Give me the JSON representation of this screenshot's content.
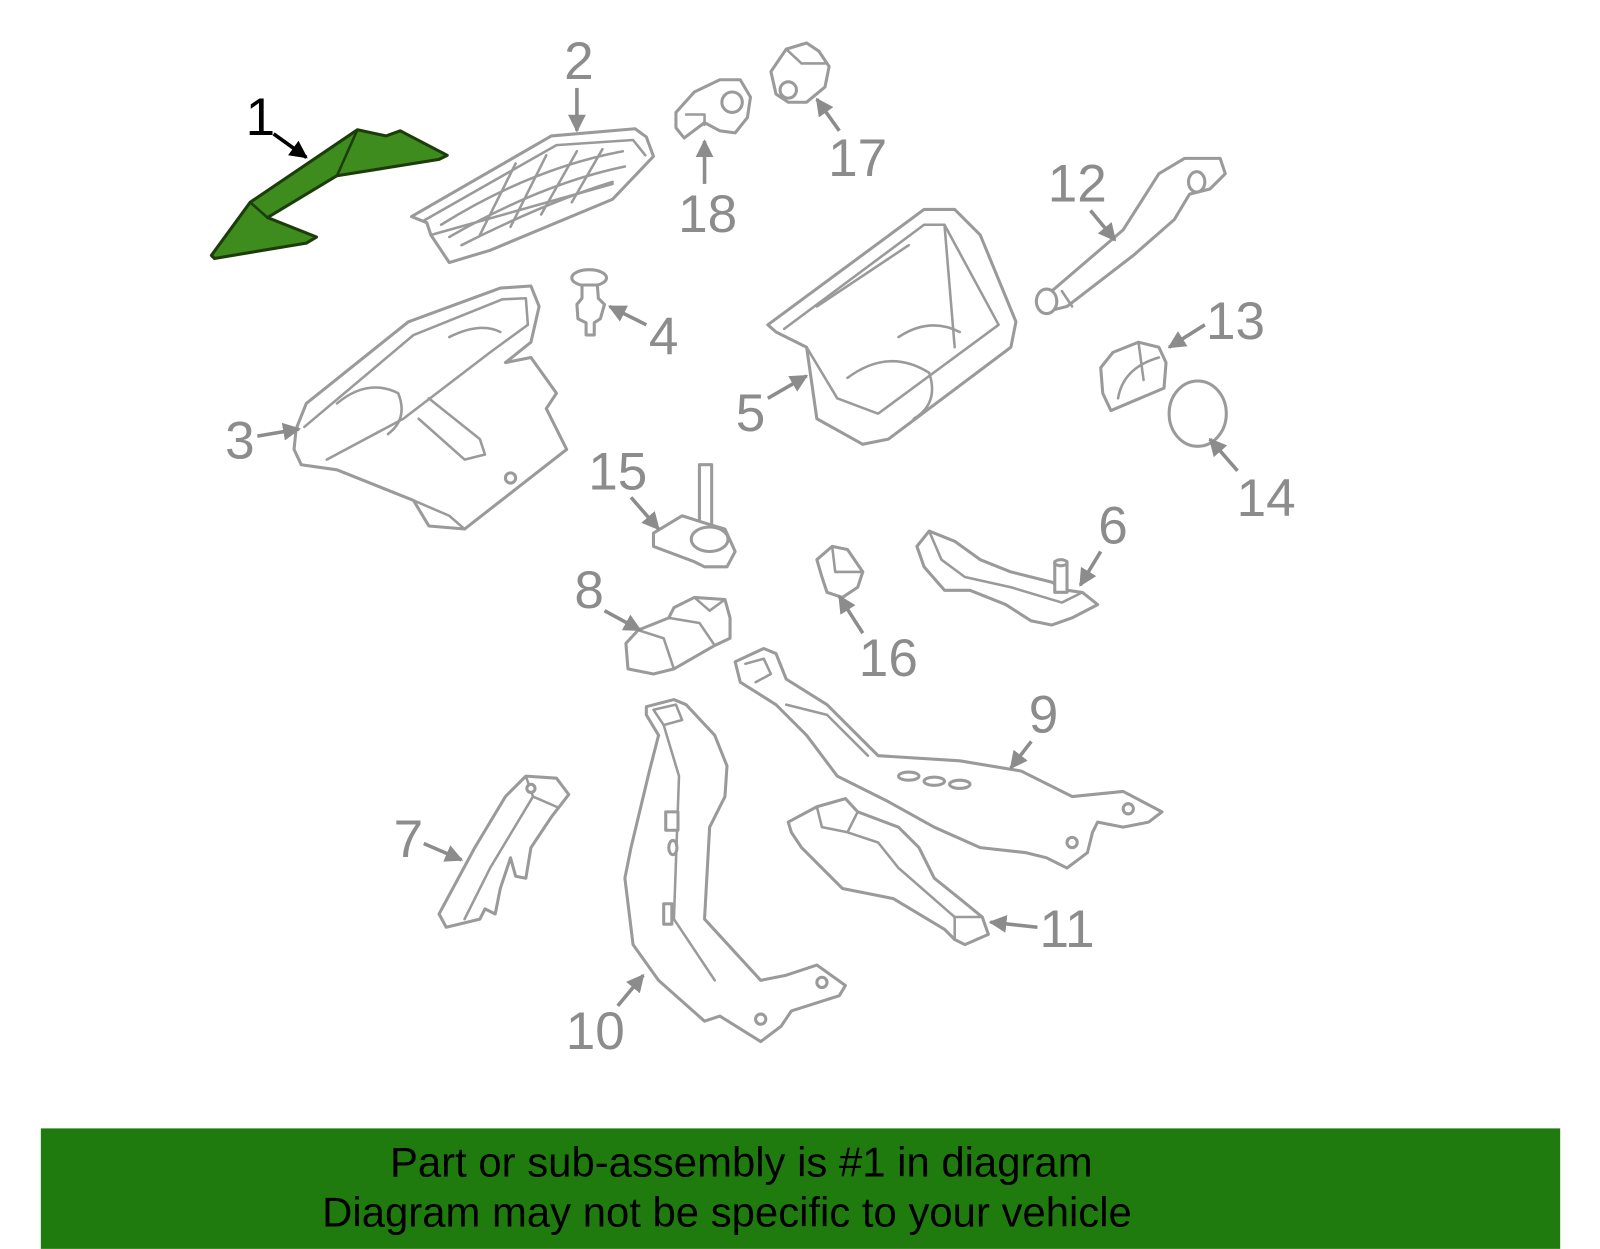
{
  "colors": {
    "highlight": "#3d8c1d",
    "banner": "#1f7b0e",
    "line": "#9a9a9a",
    "label": "#8c8c8c"
  },
  "callouts": [
    {
      "label": "1"
    },
    {
      "label": "2"
    },
    {
      "label": "3"
    },
    {
      "label": "4"
    },
    {
      "label": "5"
    },
    {
      "label": "6"
    },
    {
      "label": "7"
    },
    {
      "label": "8"
    },
    {
      "label": "9"
    },
    {
      "label": "10"
    },
    {
      "label": "11"
    },
    {
      "label": "12"
    },
    {
      "label": "13"
    },
    {
      "label": "14"
    },
    {
      "label": "15"
    },
    {
      "label": "16"
    },
    {
      "label": "17"
    },
    {
      "label": "18"
    }
  ],
  "banner": {
    "line1": "Part or sub-assembly is #1 in diagram",
    "line2": "Diagram may not be specific to your vehicle"
  }
}
